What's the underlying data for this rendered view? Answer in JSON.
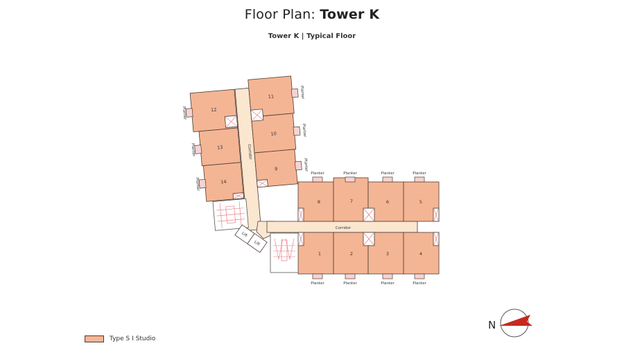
{
  "header": {
    "title_prefix": "Floor Plan: ",
    "title_bold": "Tower K",
    "subtitle": "Tower  K |  Typical Floor"
  },
  "plan": {
    "units": [
      {
        "id": "1",
        "type": "Type S"
      },
      {
        "id": "2",
        "type": "Type S"
      },
      {
        "id": "3",
        "type": "Type S"
      },
      {
        "id": "4",
        "type": "Type S"
      },
      {
        "id": "5",
        "type": "Type S"
      },
      {
        "id": "6",
        "type": "Type S"
      },
      {
        "id": "7",
        "type": "Type S"
      },
      {
        "id": "8",
        "type": "Type S"
      },
      {
        "id": "9",
        "type": "Type S"
      },
      {
        "id": "10",
        "type": "Type S"
      },
      {
        "id": "11",
        "type": "Type S"
      },
      {
        "id": "12",
        "type": "Type S"
      },
      {
        "id": "13",
        "type": "Type S"
      },
      {
        "id": "14",
        "type": "Type S"
      }
    ],
    "corridor_label": "Corridor",
    "planter_label": "Planter",
    "lift_label": "Lift"
  },
  "legend": {
    "items": [
      {
        "label": "Type S  I  Studio",
        "color": "#f4b594"
      }
    ]
  },
  "compass": {
    "label": "N",
    "arrow_color": "#c8281e"
  },
  "colors": {
    "unit_fill": "#f4b594",
    "corridor_fill": "#fbe6cf",
    "planter_fill": "#f6d3d2",
    "shaft_line": "#e2707a"
  }
}
